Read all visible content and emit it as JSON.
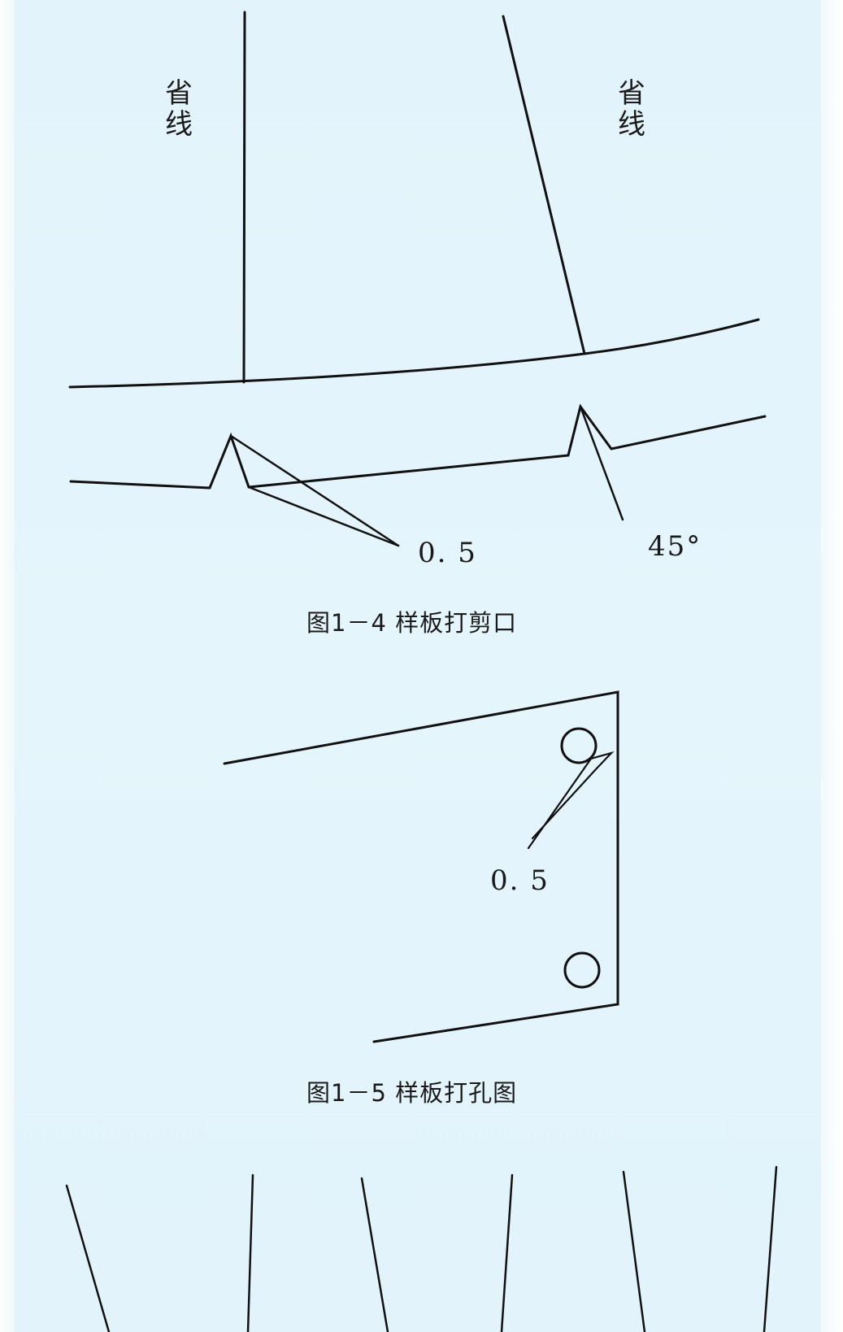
{
  "page": {
    "background": "#e3f3fb",
    "ink_color": "#111111"
  },
  "figure_1_4": {
    "dart_label_left": "省线",
    "dart_label_right": "省线",
    "notch_depth_label": "0. 5",
    "notch_angle_label": "45°",
    "caption": "图1－4  样板打剪口"
  },
  "figure_1_5": {
    "hole_offset_label": "0. 5",
    "caption": "图1－5  样板打孔图"
  },
  "figure_1_6_partial": {
    "description": "dart lines (continued below page edge)",
    "line_count": 6
  }
}
